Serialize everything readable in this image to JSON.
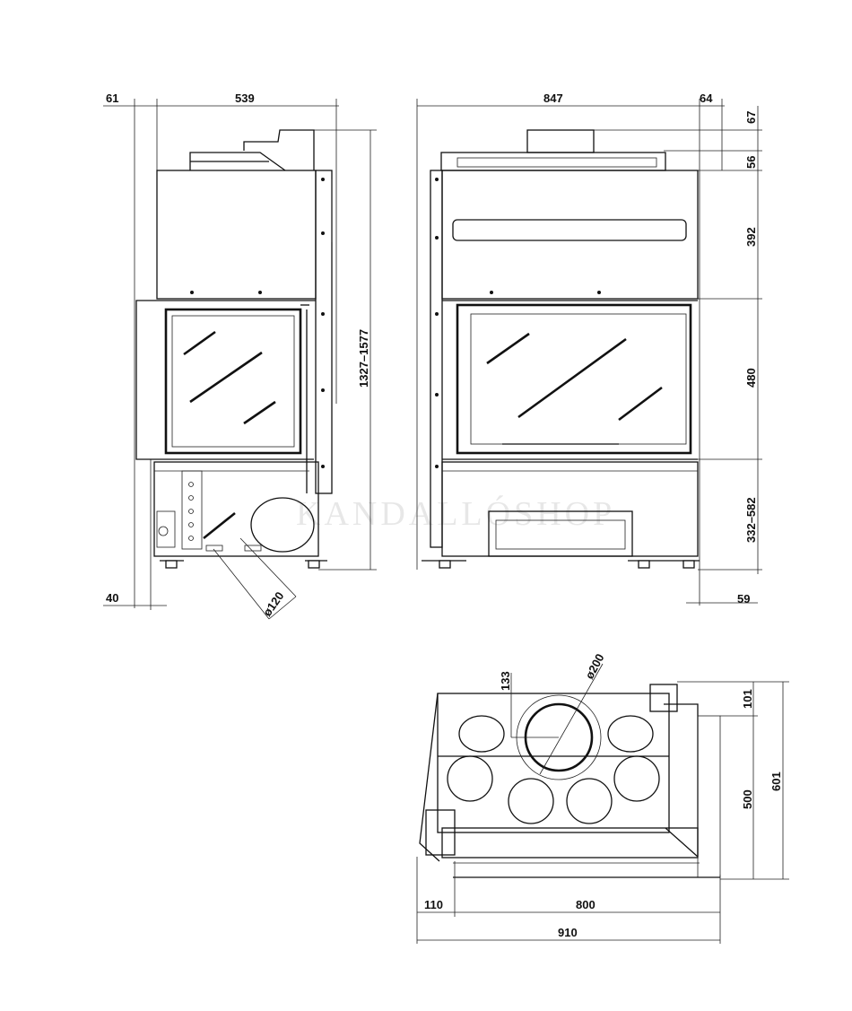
{
  "watermark": "KANDALLÓSHOP",
  "side_view": {
    "dim_left_offset": "61",
    "dim_width": "539",
    "dim_height": "1327–1577",
    "dim_bottom_offset": "40",
    "dim_pipe": "ø120"
  },
  "front_view": {
    "dim_width": "847",
    "dim_side": "64",
    "dim_flue": "67",
    "dim_trim": "56",
    "dim_upper": "392",
    "dim_glass": "480",
    "dim_base": "332–582",
    "dim_bottom_offset": "59"
  },
  "top_view": {
    "dim_133": "133",
    "dim_flue": "ø200",
    "dim_101": "101",
    "dim_500": "500",
    "dim_601": "601",
    "dim_110": "110",
    "dim_800": "800",
    "dim_910": "910"
  },
  "colors": {
    "line": "#111111",
    "background": "#ffffff"
  }
}
